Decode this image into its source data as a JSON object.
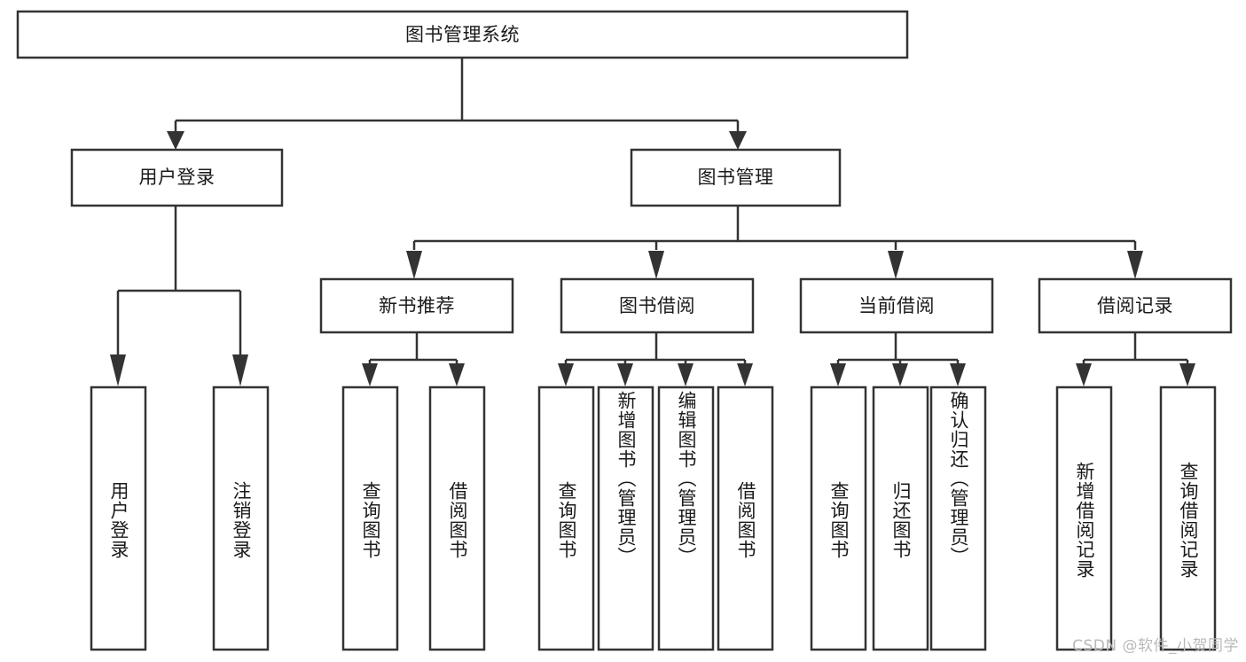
{
  "diagram": {
    "type": "tree-hierarchy",
    "title": "图书管理系统",
    "colors": {
      "stroke": "#333333",
      "fill": "#ffffff",
      "text": "#1a1a1a",
      "watermark": "#b9b9b9",
      "background": "#ffffff"
    },
    "root": {
      "label": "图书管理系统",
      "level": 1
    },
    "level2": [
      {
        "label": "用户登录"
      },
      {
        "label": "图书管理"
      }
    ],
    "level3": [
      {
        "label": "新书推荐"
      },
      {
        "label": "图书借阅"
      },
      {
        "label": "当前借阅"
      },
      {
        "label": "借阅记录"
      }
    ],
    "leaves": {
      "user_login": [
        {
          "label": "用户登录"
        },
        {
          "label": "注销登录"
        }
      ],
      "new_book_recommend": [
        {
          "label": "查询图书"
        },
        {
          "label": "借阅图书"
        }
      ],
      "book_borrow": [
        {
          "label": "查询图书"
        },
        {
          "label": "新增图书（管理员）"
        },
        {
          "label": "编辑图书（管理员）"
        },
        {
          "label": "借阅图书"
        }
      ],
      "current_borrow": [
        {
          "label": "查询图书"
        },
        {
          "label": "归还图书"
        },
        {
          "label": "确认归还（管理员）"
        }
      ],
      "borrow_record": [
        {
          "label": "新增借阅记录"
        },
        {
          "label": "查询借阅记录"
        }
      ]
    },
    "watermark": "CSDN @软件_小贺同学"
  }
}
